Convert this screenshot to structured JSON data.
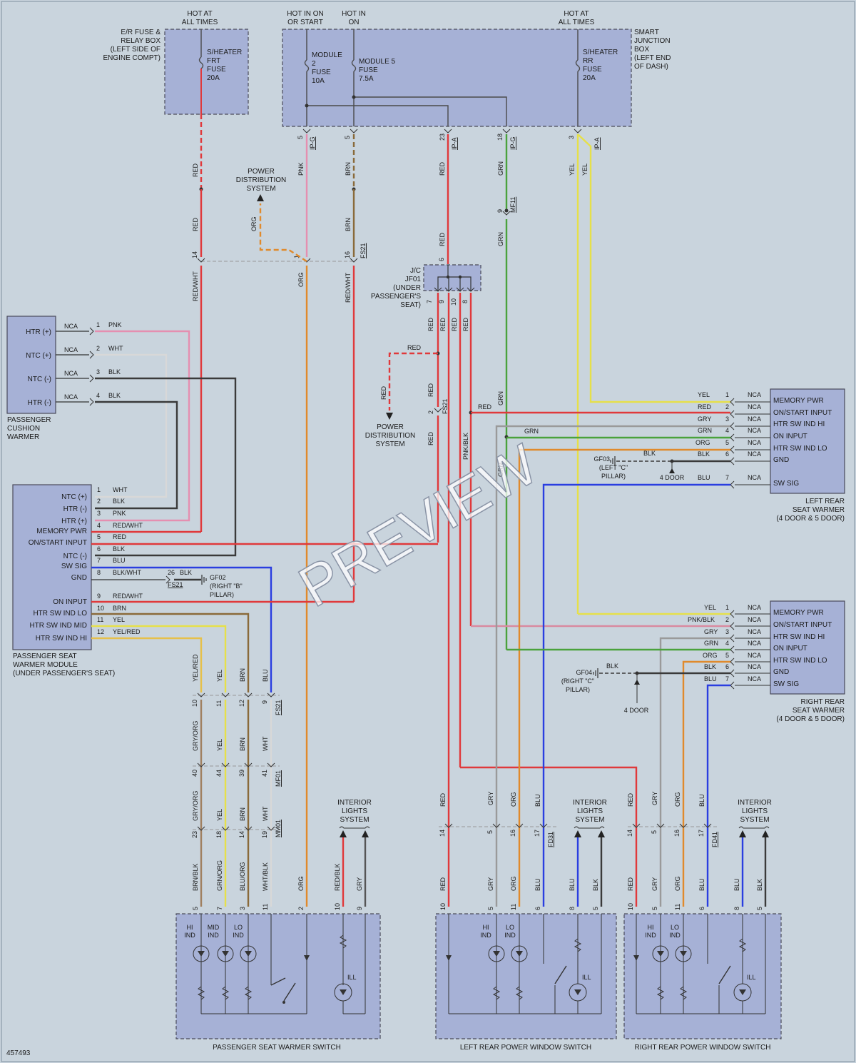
{
  "diagram_id": "457493",
  "watermark": "PREVIEW",
  "power": {
    "hot_all_times_1": [
      "HOT AT",
      "ALL TIMES"
    ],
    "hot_on_start": [
      "HOT IN ON",
      "OR START"
    ],
    "hot_on": [
      "HOT IN",
      "ON"
    ],
    "hot_all_times_2": [
      "HOT AT",
      "ALL TIMES"
    ]
  },
  "er_box": {
    "label": [
      "E/R FUSE &",
      "RELAY BOX",
      "(LEFT SIDE OF",
      "ENGINE COMPT)"
    ],
    "fuse": [
      "S/HEATER",
      "FRT",
      "FUSE",
      "20A"
    ]
  },
  "sjb": {
    "label": [
      "SMART",
      "JUNCTION",
      "BOX",
      "(LEFT END",
      "OF DASH)"
    ],
    "fuse_module2": [
      "MODULE",
      "2",
      "FUSE",
      "10A"
    ],
    "fuse_module5": [
      "MODULE 5",
      "FUSE",
      "7.5A"
    ],
    "fuse_rr": [
      "S/HEATER",
      "RR",
      "FUSE",
      "20A"
    ]
  },
  "connectors": {
    "ipg": "IP-G",
    "ipa": "IP-A",
    "fs21": "FS21",
    "mf11": "MF11",
    "mf01": "MF01",
    "mm01": "MM01",
    "fd31": "FD31",
    "fd41": "FD41"
  },
  "power_distribution": [
    "POWER",
    "DISTRIBUTION",
    "SYSTEM"
  ],
  "jc": [
    "J/C",
    "JF01",
    "(UNDER",
    "PASSENGER'S",
    "SEAT)"
  ],
  "wires": {
    "red": "RED",
    "pnk": "PNK",
    "brn": "BRN",
    "grn": "GRN",
    "yel": "YEL",
    "org": "ORG",
    "red_wht": "RED/WHT",
    "pnk_blk": "PNK/BLK",
    "gry": "GRY",
    "blu": "BLU",
    "blk": "BLK",
    "wht": "WHT",
    "yel_red": "YEL/RED",
    "gry_org": "GRY/ORG",
    "brn_blk": "BRN/BLK",
    "grn_org": "GRN/ORG",
    "blu_org": "BLU/ORG",
    "wht_blk": "WHT/BLK",
    "red_blk": "RED/BLK",
    "blk_wht": "BLK/WHT",
    "nca": "NCA"
  },
  "cushion_warmer": {
    "label": [
      "PASSENGER",
      "CUSHION",
      "WARMER"
    ],
    "pins": [
      {
        "name": "HTR (+)",
        "num": "1",
        "color": "PNK"
      },
      {
        "name": "NTC (+)",
        "num": "2",
        "color": "WHT"
      },
      {
        "name": "NTC (-)",
        "num": "3",
        "color": "BLK"
      },
      {
        "name": "HTR (-)",
        "num": "4",
        "color": "BLK"
      }
    ]
  },
  "module": {
    "label": [
      "PASSENGER SEAT",
      "WARMER MODULE",
      "(UNDER PASSENGER'S SEAT)"
    ],
    "pins_top": [
      {
        "name": "NTC (+)",
        "num": "1",
        "color": "WHT"
      },
      {
        "name": "HTR (-)",
        "num": "2",
        "color": "BLK"
      },
      {
        "name": "HTR (+)",
        "num": "3",
        "color": "PNK"
      },
      {
        "name": "MEMORY PWR",
        "num": "4",
        "color": "RED/WHT"
      },
      {
        "name": "ON/START INPUT",
        "num": "5",
        "color": "RED"
      },
      {
        "name": "NTC (-)",
        "num": "6",
        "color": "BLK"
      },
      {
        "name": "SW SIG",
        "num": "7",
        "color": "BLU"
      },
      {
        "name": "GND",
        "num": "8",
        "color": "BLK/WHT"
      }
    ],
    "pins_bottom": [
      {
        "name": "ON INPUT",
        "num": "9",
        "color": "RED/WHT"
      },
      {
        "name": "HTR SW IND LO",
        "num": "10",
        "color": "BRN"
      },
      {
        "name": "HTR SW IND MID",
        "num": "11",
        "color": "YEL"
      },
      {
        "name": "HTR SW IND HI",
        "num": "12",
        "color": "YEL/RED"
      }
    ]
  },
  "gf02": {
    "pin": "26",
    "color": "BLK",
    "label": [
      "GF02",
      "(RIGHT \"B\"",
      "PILLAR)"
    ]
  },
  "gf03": {
    "color": "BLK",
    "label": [
      "GF03",
      "(LEFT \"C\"",
      "PILLAR)"
    ],
    "note": "4 DOOR"
  },
  "gf04": {
    "color": "BLK",
    "label": [
      "GF04",
      "(RIGHT \"C\"",
      "PILLAR)"
    ],
    "note": "4 DOOR"
  },
  "left_rear_warmer": {
    "label": [
      "LEFT REAR",
      "SEAT WARMER",
      "(4 DOOR & 5 DOOR)"
    ],
    "pins": [
      {
        "name": "MEMORY PWR",
        "num": "1",
        "color": "YEL"
      },
      {
        "name": "ON/START INPUT",
        "num": "2",
        "color": "RED"
      },
      {
        "name": "HTR SW IND HI",
        "num": "3",
        "color": "GRY"
      },
      {
        "name": "ON INPUT",
        "num": "4",
        "color": "GRN"
      },
      {
        "name": "HTR SW IND LO",
        "num": "5",
        "color": "ORG"
      },
      {
        "name": "GND",
        "num": "6",
        "color": "BLK"
      },
      {
        "name": "SW SIG",
        "num": "7",
        "color": "BLU"
      }
    ]
  },
  "right_rear_warmer": {
    "label": [
      "RIGHT REAR",
      "SEAT WARMER",
      "(4 DOOR & 5 DOOR)"
    ],
    "pins": [
      {
        "name": "MEMORY PWR",
        "num": "1",
        "color": "YEL"
      },
      {
        "name": "ON/START INPUT",
        "num": "2",
        "color": "PNK/BLK"
      },
      {
        "name": "HTR SW IND HI",
        "num": "3",
        "color": "GRY"
      },
      {
        "name": "ON INPUT",
        "num": "4",
        "color": "GRN"
      },
      {
        "name": "HTR SW IND LO",
        "num": "5",
        "color": "ORG"
      },
      {
        "name": "GND",
        "num": "6",
        "color": "BLK"
      },
      {
        "name": "SW SIG",
        "num": "7",
        "color": "BLU"
      }
    ]
  },
  "interior_lights": [
    "INTERIOR",
    "LIGHTS",
    "SYSTEM"
  ],
  "switches": {
    "passenger": {
      "label": "PASSENGER SEAT WARMER SWITCH",
      "inds": [
        "HI",
        "IND",
        "MID",
        "IND",
        "LO",
        "IND"
      ],
      "ill": "ILL",
      "pins": [
        "5",
        "7",
        "3",
        "11",
        "2",
        "10",
        "9"
      ],
      "wires": [
        "BRN/BLK",
        "GRN/ORG",
        "BLU/ORG",
        "WHT/BLK",
        "ORG",
        "RED/BLK",
        "GRY"
      ]
    },
    "left_rear": {
      "label": "LEFT REAR POWER WINDOW SWITCH",
      "inds": [
        "HI",
        "IND",
        "LO",
        "IND"
      ],
      "ill": "ILL",
      "pins": [
        "10",
        "5",
        "11",
        "6",
        "8",
        "5"
      ],
      "wires": [
        "RED",
        "GRY",
        "ORG",
        "BLU",
        "BLU",
        "BLK"
      ]
    },
    "right_rear": {
      "label": "RIGHT REAR POWER WINDOW SWITCH",
      "inds": [
        "HI",
        "IND",
        "LO",
        "IND"
      ],
      "ill": "ILL",
      "pins": [
        "10",
        "5",
        "11",
        "6",
        "8",
        "5"
      ],
      "wires": [
        "RED",
        "GRY",
        "ORG",
        "BLU",
        "BLU",
        "BLK"
      ]
    }
  },
  "inline_pins": {
    "ipg_5a": "5",
    "ipg_5b": "5",
    "ipa_23": "23",
    "ipg_18": "18",
    "ipa_3": "3",
    "fs21_14": "14",
    "fs21_1": "1",
    "fs21_16": "16",
    "mf11_9": "9",
    "jc_6": "6",
    "jc_7": "7",
    "jc_9": "9",
    "jc_10": "10",
    "jc_8": "8",
    "fs21_2": "2",
    "fs21_10": "10",
    "fs21_11": "11",
    "fs21_12": "12",
    "fs21_9": "9",
    "mf01_40": "40",
    "mf01_44": "44",
    "mf01_39": "39",
    "mf01_41": "41",
    "mm01_23": "23",
    "mm01_18": "18",
    "mm01_14": "14",
    "mm01_19": "19",
    "fd31_14": "14",
    "fd31_5": "5",
    "fd31_16": "16",
    "fd31_17": "17",
    "fd41_14": "14",
    "fd41_5": "5",
    "fd41_16": "16",
    "fd41_17": "17"
  },
  "colors": {
    "red": "#e0393b",
    "pink": "#e58fb0",
    "brown": "#8a6a3a",
    "green": "#4aa23c",
    "yellow": "#e6e04a",
    "orange": "#e08a2c",
    "gray": "#9a9a9a",
    "blue": "#2a3ee0",
    "black": "#3a3a3a",
    "white": "#d8d8d8",
    "box": "#a6b1d6",
    "background": "#c9d4dd"
  }
}
